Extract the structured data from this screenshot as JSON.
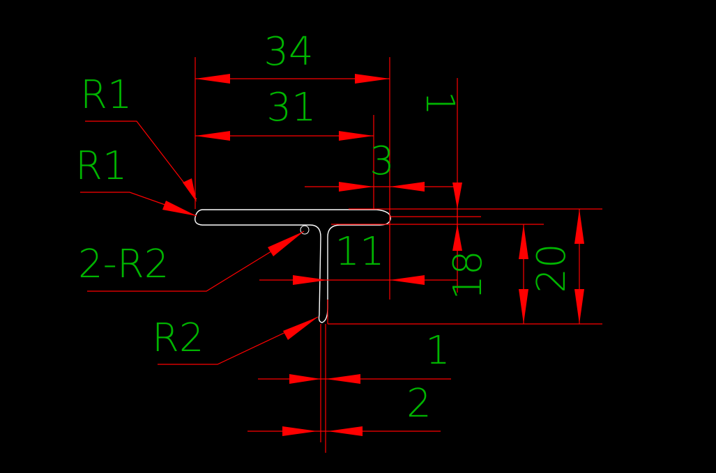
{
  "drawing": {
    "background": "#000000",
    "profile_color": "#ffffff",
    "dimension_color": "#ff0000",
    "text_color": "#00b400",
    "labels": {
      "width_34": "34",
      "width_31": "31",
      "flange_thickness_1": "1",
      "offset_3": "3",
      "leg_11": "11",
      "height_18": "18",
      "height_20": "20",
      "web_thickness_1": "1",
      "web_2": "2",
      "callout_r1_top": "R1",
      "callout_r1_mid": "R1",
      "callout_2r2": "2-R2",
      "callout_r2": "R2"
    }
  }
}
